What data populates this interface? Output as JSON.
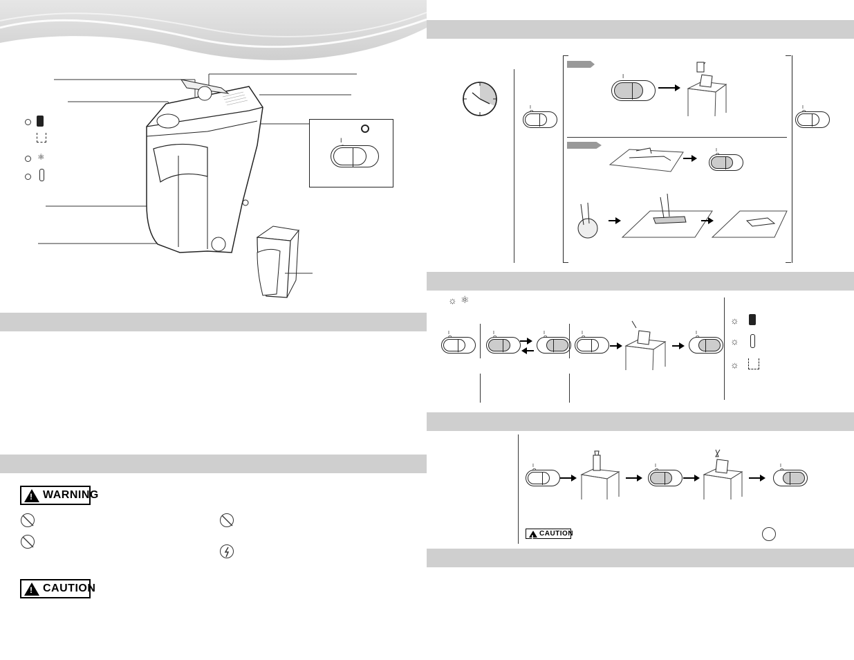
{
  "warning_label": "WARNING",
  "caution_label": "CAUTION",
  "caution_label_small": "CAUTION",
  "switch_marking": "I O R",
  "colors": {
    "band": "#cfcfcf",
    "wave": "#d8d8d8",
    "ink": "#222222"
  },
  "icons": {
    "bin_full": "bin-full-icon",
    "bin_open": "bin-open-icon",
    "overload": "overload-icon",
    "thermometer": "thermometer-icon",
    "clock": "clock-icon",
    "sun": "indicator-light-icon",
    "no_hands": "no-hands-icon",
    "no_tie": "no-tie-icon",
    "no_hair": "no-hair-icon",
    "electric": "electric-icon",
    "power_button": "power-icon"
  }
}
